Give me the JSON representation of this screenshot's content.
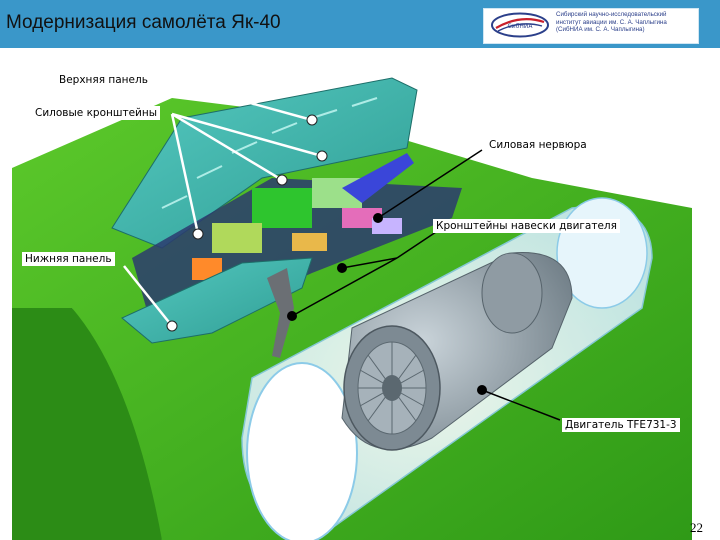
{
  "slide": {
    "title": "Модернизация самолёта Як-40",
    "page_number": "22"
  },
  "logo": {
    "emblem_text": "СибНИА",
    "lines": [
      "Сибирский научно-исследовательский",
      "институт авиации им. С. А. Чаплыгина",
      "(СибНИА им. С. А. Чаплыгина)"
    ]
  },
  "callouts": {
    "upper_panel": "Верхняя панель",
    "power_brackets": "Силовые кронштейны",
    "power_rib": "Силовая нервюра",
    "engine_mount_brackets": "Кронштейны навески двигателя",
    "lower_panel": "Нижняя панель",
    "engine": "Двигатель TFE731-3"
  },
  "colors": {
    "header_blue": "#3a97c9",
    "wing_green": "#3fb21f",
    "structure_teal": "#3fb9ad",
    "nacelle_light_blue": "#d6eef9",
    "engine_grey": "#8d9aa3",
    "logo_red": "#c8202c",
    "logo_navy": "#2b3f8a"
  }
}
